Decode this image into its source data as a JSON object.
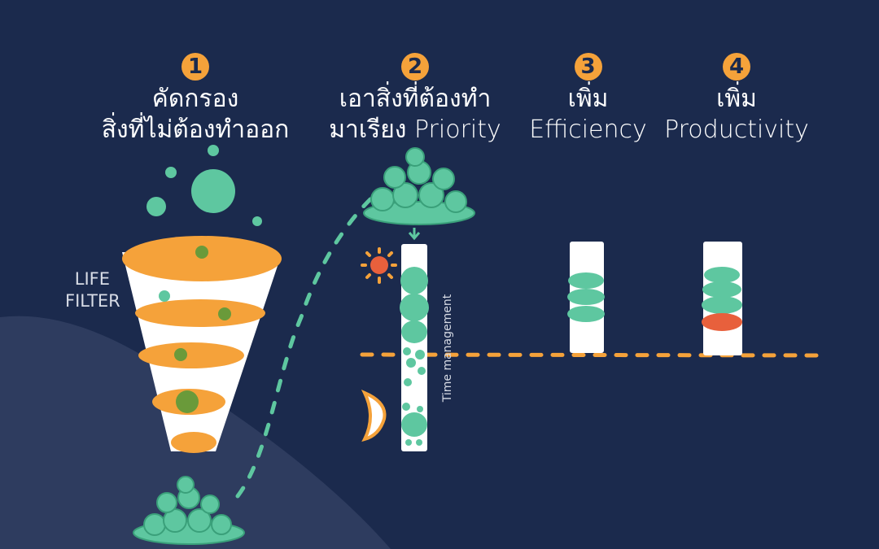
{
  "steps": [
    {
      "number": "1",
      "line1": "คัดกรอง",
      "line2": "สิ่งที่ไม่ต้องทำออก"
    },
    {
      "number": "2",
      "line1": "เอาสิ่งที่ต้องทำ",
      "line2": "มาเรียง Priority"
    },
    {
      "number": "3",
      "line1": "เพิ่ม",
      "line2": "Efficiency"
    },
    {
      "number": "4",
      "line1": "เพิ่ม",
      "line2": "Productivity"
    }
  ],
  "filter_label": {
    "line1": "LIFE",
    "line2": "FILTER"
  },
  "time_label": "Time management",
  "colors": {
    "background": "#1b2a4d",
    "accent": "#f5a23a",
    "teal": "#5ec7a0",
    "red": "#e8603c"
  }
}
